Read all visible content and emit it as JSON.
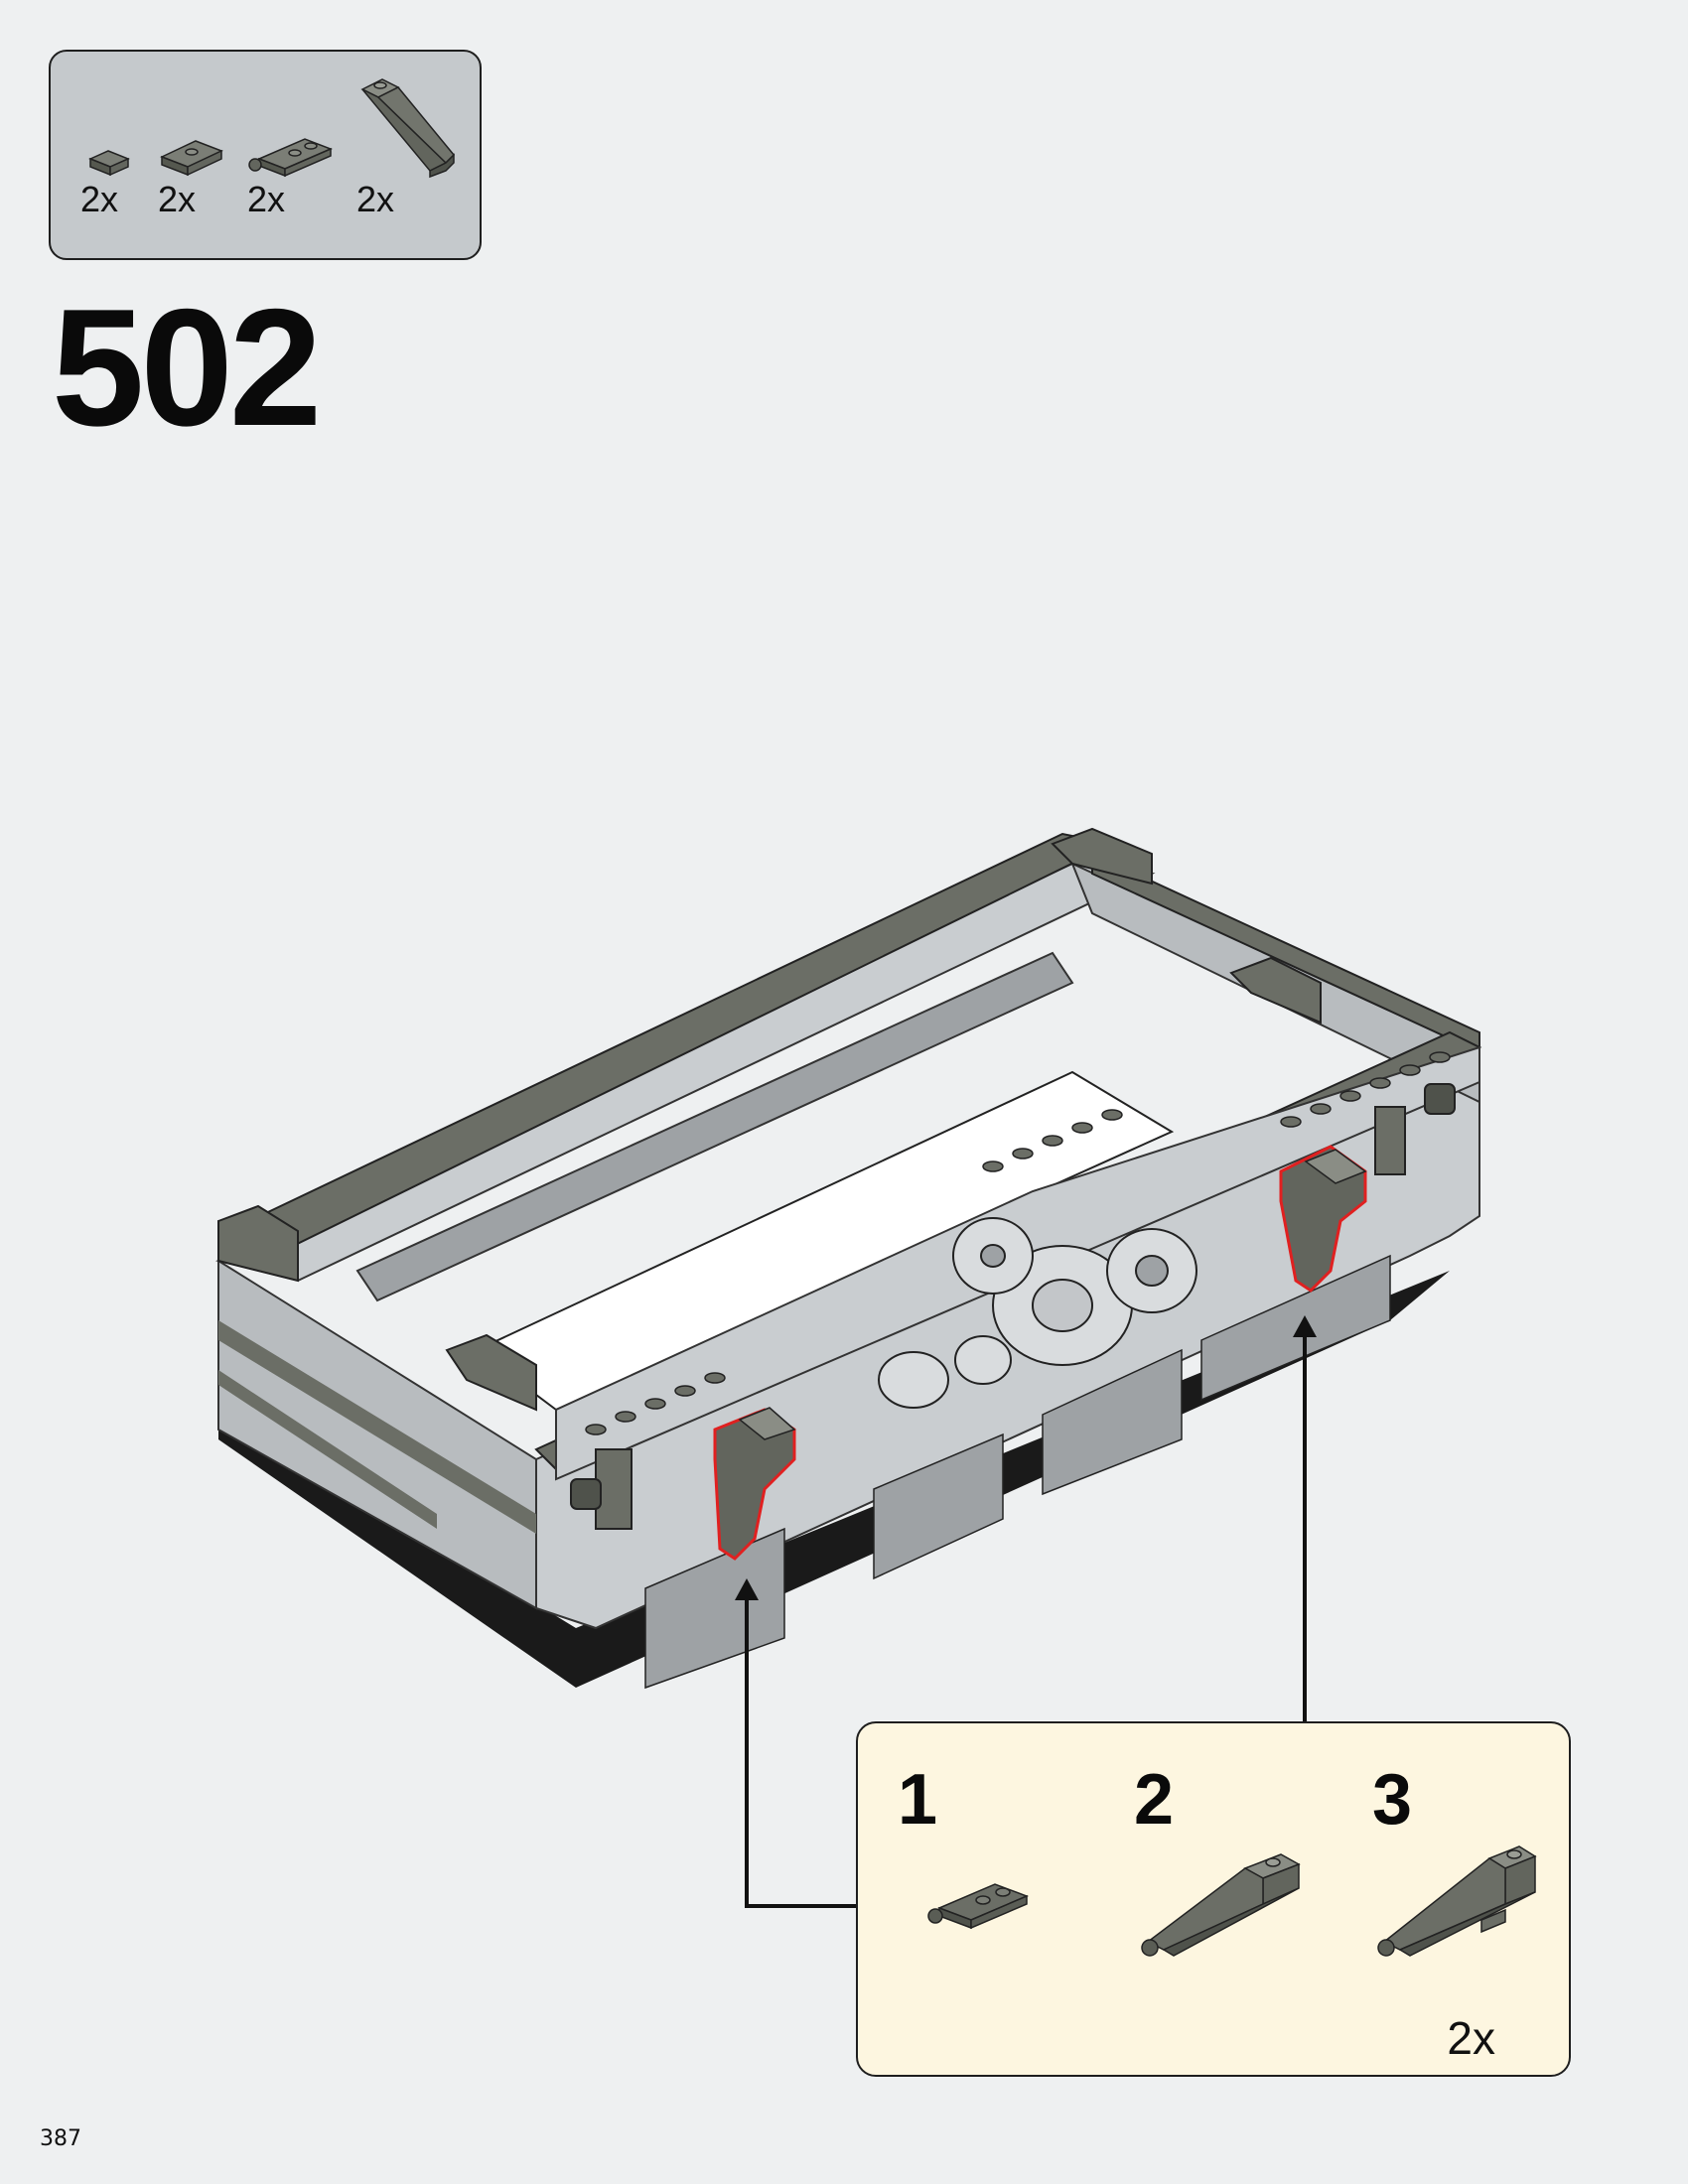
{
  "parts_list": {
    "items": [
      {
        "icon": "plate-1x1-icon",
        "qty": "2x"
      },
      {
        "icon": "plate-1x2-jumper-icon",
        "qty": "2x"
      },
      {
        "icon": "plate-clip-icon",
        "qty": "2x"
      },
      {
        "icon": "slope-curved-icon",
        "qty": "2x"
      }
    ]
  },
  "step": {
    "number": "502"
  },
  "sub_assembly": {
    "steps": [
      {
        "number": "1",
        "icon": "plate-clip-icon"
      },
      {
        "number": "2",
        "icon": "slope-curved-icon"
      },
      {
        "number": "3",
        "icon": "slope-assembly-icon"
      }
    ],
    "qty": "2x"
  },
  "page": {
    "number": "387"
  },
  "colors": {
    "background": "#eef0f1",
    "parts_box": "#c5c9cc",
    "sub_box": "#fdf6e0",
    "light_gray_brick": "#c9cdd0",
    "dark_gray_brick": "#6b6e66",
    "highlight": "#e02020"
  }
}
